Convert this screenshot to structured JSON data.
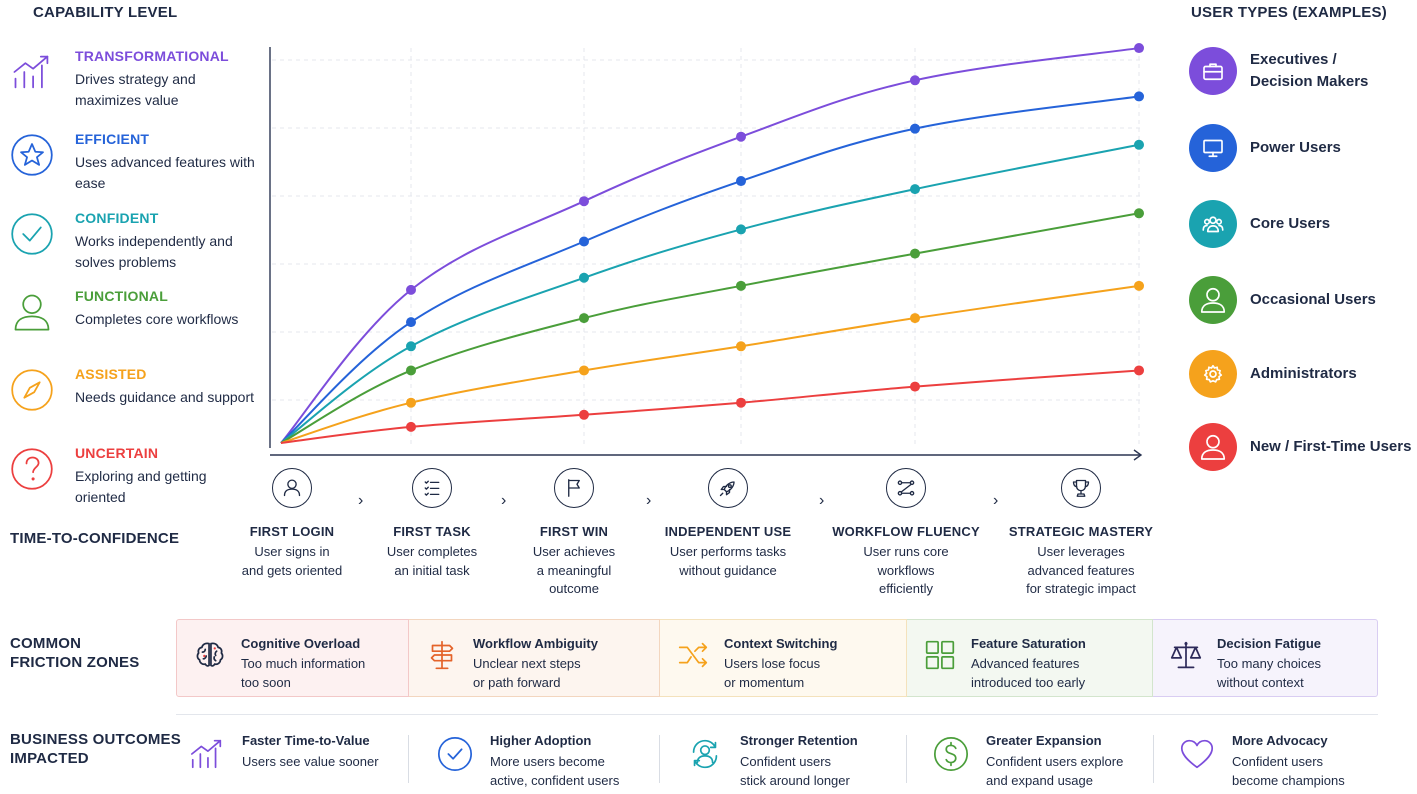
{
  "headings": {
    "capability": "CAPABILITY LEVEL",
    "user_types": "USER TYPES (EXAMPLES)",
    "time_to_confidence": "TIME-TO-CONFIDENCE",
    "friction_line1": "COMMON",
    "friction_line2": "FRICTION ZONES",
    "outcomes_line1": "BUSINESS OUTCOMES",
    "outcomes_line2": "IMPACTED"
  },
  "capability_levels": [
    {
      "name": "TRANSFORMATIONAL",
      "desc": "Drives strategy and maximizes value",
      "color": "#7c4ddb",
      "icon": "growth-chart-icon"
    },
    {
      "name": "EFFICIENT",
      "desc": "Uses advanced features with ease",
      "color": "#2563d9",
      "icon": "star-icon"
    },
    {
      "name": "CONFIDENT",
      "desc": "Works independently and solves problems",
      "color": "#1aa3b0",
      "icon": "check-icon"
    },
    {
      "name": "FUNCTIONAL",
      "desc": "Completes core workflows",
      "color": "#4a9e3a",
      "icon": "person-icon"
    },
    {
      "name": "ASSISTED",
      "desc": "Needs guidance and support",
      "color": "#f5a21c",
      "icon": "compass-icon"
    },
    {
      "name": "UNCERTAIN",
      "desc": "Exploring and getting oriented",
      "color": "#ec3f3f",
      "icon": "question-icon"
    }
  ],
  "user_types": [
    {
      "label_line1": "Executives /",
      "label_line2": "Decision Makers",
      "color": "#7c4ddb",
      "icon": "briefcase-icon"
    },
    {
      "label_line1": "Power Users",
      "label_line2": "",
      "color": "#2563d9",
      "icon": "monitor-icon"
    },
    {
      "label_line1": "Core Users",
      "label_line2": "",
      "color": "#1aa3b0",
      "icon": "group-icon"
    },
    {
      "label_line1": "Occasional Users",
      "label_line2": "",
      "color": "#4a9e3a",
      "icon": "person-icon"
    },
    {
      "label_line1": "Administrators",
      "label_line2": "",
      "color": "#f5a21c",
      "icon": "gear-icon"
    },
    {
      "label_line1": "New / First-Time Users",
      "label_line2": "",
      "color": "#ec3f3f",
      "icon": "person-icon"
    }
  ],
  "stages": [
    {
      "title": "FIRST LOGIN",
      "desc": [
        "User signs in",
        "and gets oriented"
      ],
      "icon": "user-icon"
    },
    {
      "title": "FIRST TASK",
      "desc": [
        "User completes",
        "an initial task"
      ],
      "icon": "checklist-icon"
    },
    {
      "title": "FIRST WIN",
      "desc": [
        "User achieves",
        "a meaningful",
        "outcome"
      ],
      "icon": "flag-icon"
    },
    {
      "title": "INDEPENDENT USE",
      "desc": [
        "User performs tasks",
        "without guidance"
      ],
      "icon": "rocket-icon"
    },
    {
      "title": "WORKFLOW FLUENCY",
      "desc": [
        "User runs core",
        "workflows",
        "efficiently"
      ],
      "icon": "workflow-icon"
    },
    {
      "title": "STRATEGIC MASTERY",
      "desc": [
        "User leverages",
        "advanced features",
        "for strategic impact"
      ],
      "icon": "trophy-icon"
    }
  ],
  "chart_data": {
    "type": "line",
    "x_stages": [
      "FIRST LOGIN",
      "FIRST TASK",
      "FIRST WIN",
      "INDEPENDENT USE",
      "WORKFLOW FLUENCY",
      "STRATEGIC MASTERY"
    ],
    "y_levels": [
      "UNCERTAIN",
      "ASSISTED",
      "FUNCTIONAL",
      "CONFIDENT",
      "EFFICIENT",
      "TRANSFORMATIONAL"
    ],
    "ylim": [
      0,
      100
    ],
    "grid": true,
    "series": [
      {
        "name": "Executives / Decision Makers",
        "color": "#7c4ddb",
        "values": [
          0,
          38,
          60,
          76,
          90,
          98
        ]
      },
      {
        "name": "Power Users",
        "color": "#2563d9",
        "values": [
          0,
          30,
          50,
          65,
          78,
          86
        ]
      },
      {
        "name": "Core Users",
        "color": "#1aa3b0",
        "values": [
          0,
          24,
          41,
          53,
          63,
          74
        ]
      },
      {
        "name": "Occasional Users",
        "color": "#4a9e3a",
        "values": [
          0,
          18,
          31,
          39,
          47,
          57
        ]
      },
      {
        "name": "Administrators",
        "color": "#f5a21c",
        "values": [
          0,
          10,
          18,
          24,
          31,
          39
        ]
      },
      {
        "name": "New / First-Time Users",
        "color": "#ec3f3f",
        "values": [
          0,
          4,
          7,
          10,
          14,
          18
        ]
      }
    ]
  },
  "friction_zones": [
    {
      "title": "Cognitive Overload",
      "desc": [
        "Too much information",
        "too soon"
      ],
      "bg": "#fdf1f1",
      "border": "#f3c8c8",
      "icon": "brain-icon",
      "icon_color": "#1f2a44"
    },
    {
      "title": "Workflow Ambiguity",
      "desc": [
        "Unclear next steps",
        "or path forward"
      ],
      "bg": "#fdf5ef",
      "border": "#f3d6bf",
      "icon": "signpost-icon",
      "icon_color": "#e4632a"
    },
    {
      "title": "Context Switching",
      "desc": [
        "Users lose focus",
        "or momentum"
      ],
      "bg": "#fef9ef",
      "border": "#f4e2bc",
      "icon": "switch-arrows-icon",
      "icon_color": "#f5a21c"
    },
    {
      "title": "Feature Saturation",
      "desc": [
        "Advanced features",
        "introduced too early"
      ],
      "bg": "#f3f8f1",
      "border": "#d3e5cd",
      "icon": "grid-icon",
      "icon_color": "#4a9e3a"
    },
    {
      "title": "Decision Fatigue",
      "desc": [
        "Too many choices",
        "without context"
      ],
      "bg": "#f6f3fc",
      "border": "#d9cdf2",
      "icon": "scales-icon",
      "icon_color": "#2d2a5a"
    }
  ],
  "outcomes": [
    {
      "title": "Faster Time-to-Value",
      "desc": [
        "Users see value sooner"
      ],
      "icon": "growth-chart-icon",
      "color": "#7c4ddb"
    },
    {
      "title": "Higher Adoption",
      "desc": [
        "More users become",
        "active, confident users"
      ],
      "icon": "check-circle-icon",
      "color": "#2563d9"
    },
    {
      "title": "Stronger Retention",
      "desc": [
        "Confident users",
        "stick around longer"
      ],
      "icon": "retention-icon",
      "color": "#1aa3b0"
    },
    {
      "title": "Greater Expansion",
      "desc": [
        "Confident users explore",
        "and expand usage"
      ],
      "icon": "dollar-icon",
      "color": "#4a9e3a"
    },
    {
      "title": "More Advocacy",
      "desc": [
        "Confident users",
        "become champions"
      ],
      "icon": "heart-icon",
      "color": "#7c4ddb"
    }
  ]
}
